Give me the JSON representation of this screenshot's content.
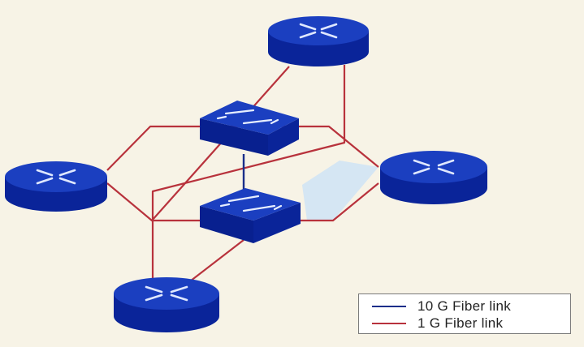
{
  "colors": {
    "background": "#f7f3e6",
    "device_blue": "#0b2aa6",
    "device_top": "#1e44c4",
    "link_10g": "#1a2e8a",
    "link_1g": "#b8323c",
    "highlight_fill": "#cfe3f5"
  },
  "devices": [
    {
      "type": "router",
      "icon": "router-icon",
      "position": "top"
    },
    {
      "type": "router",
      "icon": "router-icon",
      "position": "left"
    },
    {
      "type": "router",
      "icon": "router-icon",
      "position": "right"
    },
    {
      "type": "router",
      "icon": "router-icon",
      "position": "bottom"
    },
    {
      "type": "switch",
      "icon": "switch-icon",
      "position": "upper-center"
    },
    {
      "type": "switch",
      "icon": "switch-icon",
      "position": "lower-center"
    }
  ],
  "legend": {
    "items": [
      {
        "label": "10 G Fiber link",
        "color": "#1a2e8a"
      },
      {
        "label": "1 G Fiber link",
        "color": "#b8323c"
      }
    ]
  }
}
